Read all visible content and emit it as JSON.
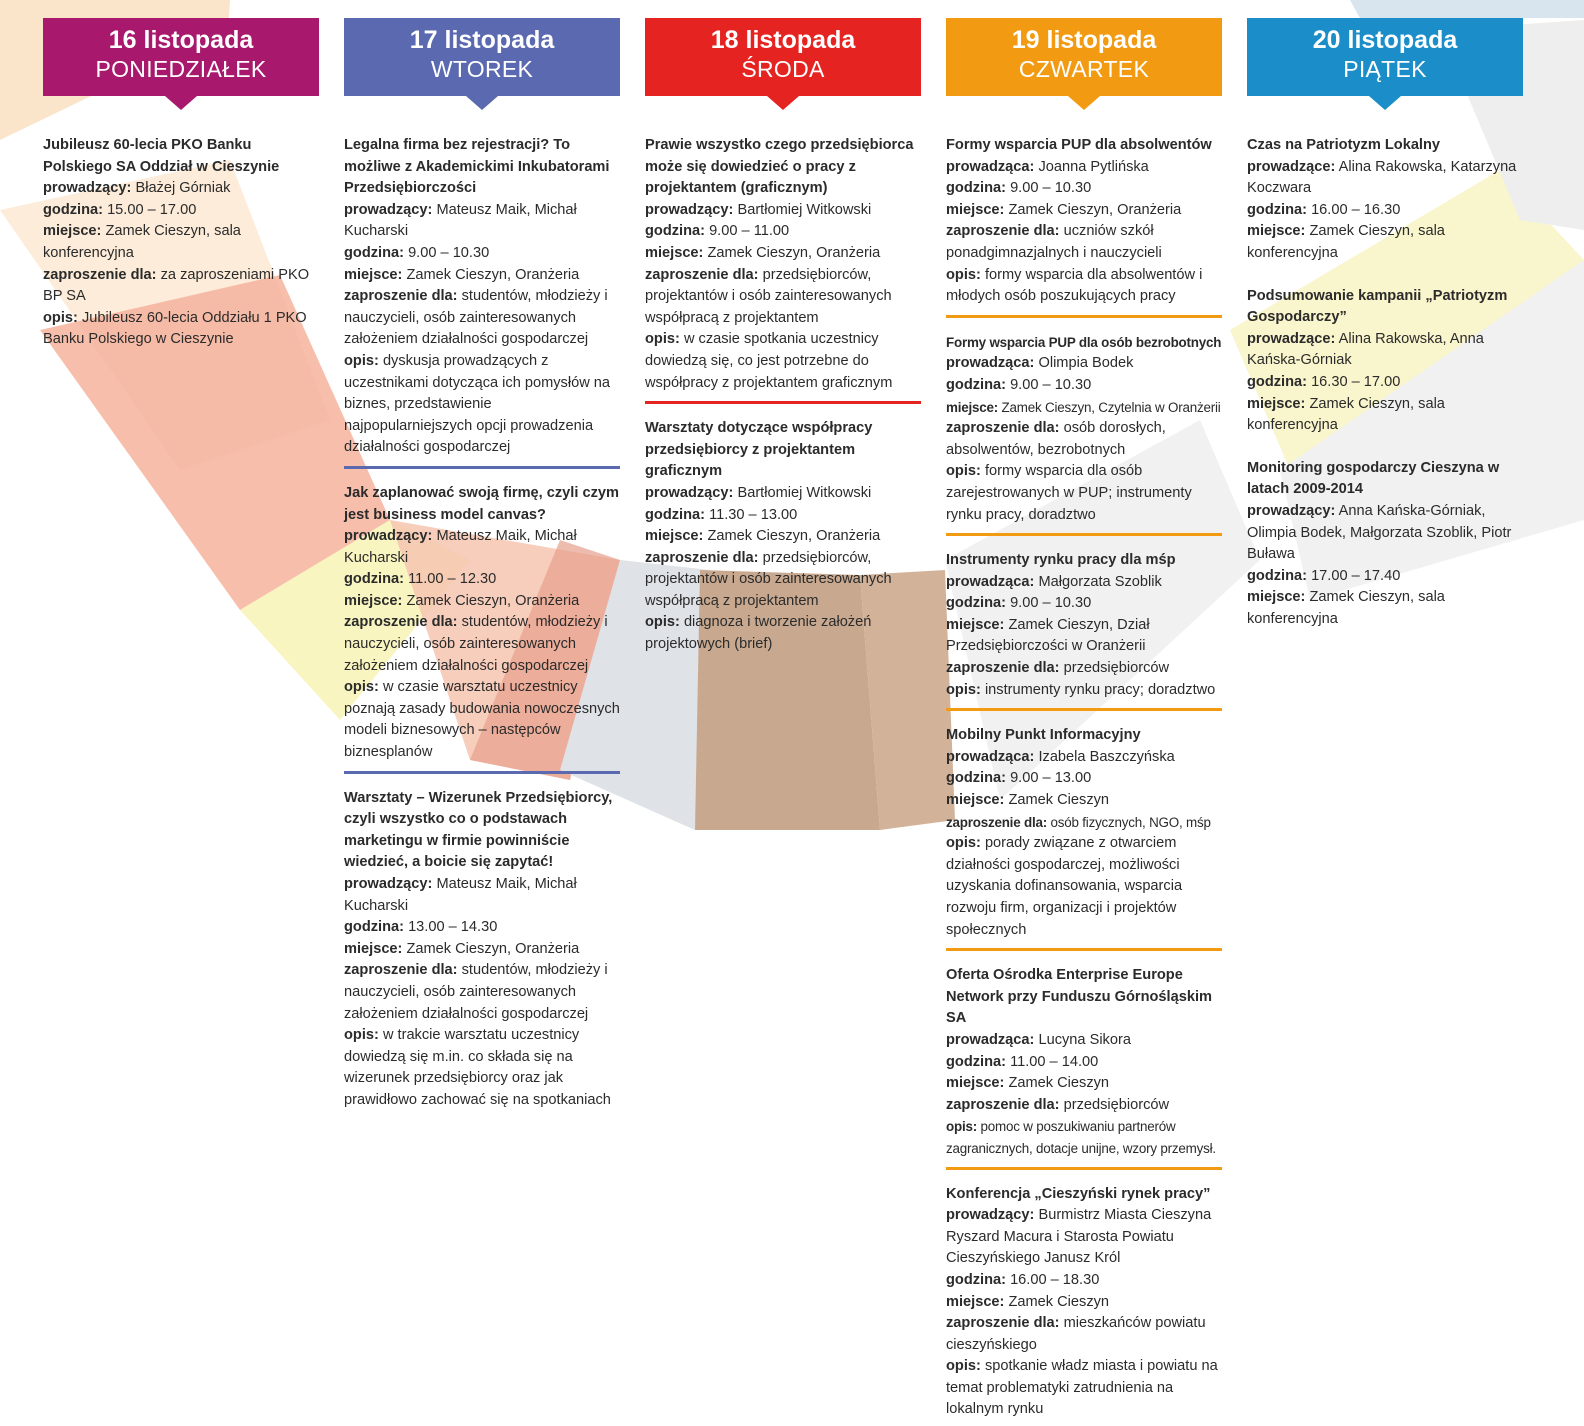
{
  "colors": {
    "day1": "#a8186c",
    "day2": "#5a69b0",
    "day3": "#e52422",
    "day4": "#f29b12",
    "day5": "#1b8ec9"
  },
  "days": [
    {
      "date": "16 listopada",
      "weekday": "PONIEDZIAŁEK",
      "events": [
        {
          "title": "Jubileusz 60-lecia PKO Banku Polskiego SA Oddział w Cieszynie",
          "host_label": "prowadzący:",
          "host": "Błażej Górniak",
          "time_label": "godzina:",
          "time": "15.00 – 17.00",
          "place_label": "miejsce:",
          "place": "Zamek Cieszyn, sala konferencyjna",
          "invite_label": "zaproszenie dla:",
          "invite": "za zaproszeniami PKO BP SA",
          "desc_label": "opis:",
          "desc": "Jubileusz 60-lecia Oddziału 1 PKO Banku Polskiego w Cieszynie"
        }
      ]
    },
    {
      "date": "17 listopada",
      "weekday": "WTOREK",
      "events": [
        {
          "title": "Legalna firma bez rejestracji? To możliwe z Akademickimi Inkubatorami Przedsiębiorczości",
          "host_label": "prowadzący:",
          "host": "Mateusz Maik, Michał Kucharski",
          "time_label": "godzina:",
          "time": "9.00 – 10.30",
          "place_label": "miejsce:",
          "place": "Zamek Cieszyn, Oranżeria",
          "invite_label": "zaproszenie dla:",
          "invite": "studentów, młodzieży i nauczycieli, osób zainteresowanych założeniem działalności gospodarczej",
          "desc_label": "opis:",
          "desc": "dyskusja prowadzących z uczestnikami dotycząca ich pomysłów na biznes, przedstawienie najpopularniejszych opcji prowadzenia działalności gospodarczej"
        },
        {
          "title": "Jak zaplanować swoją firmę, czyli czym jest business model canvas?",
          "host_label": "prowadzący:",
          "host": "Mateusz Maik, Michał Kucharski",
          "time_label": "godzina:",
          "time": "11.00 – 12.30",
          "place_label": "miejsce:",
          "place": "Zamek Cieszyn, Oranżeria",
          "invite_label": "zaproszenie dla:",
          "invite": "studentów, młodzieży i nauczycieli, osób zainteresowanych założeniem działalności gospodarczej",
          "desc_label": "opis:",
          "desc": "w czasie warsztatu uczestnicy poznają zasady budowania nowoczesnych modeli biznesowych – następców biznesplanów"
        },
        {
          "title": "Warsztaty – Wizerunek Przedsiębiorcy, czyli wszystko co o podstawach marketingu w firmie powinniście wiedzieć, a boicie się zapytać!",
          "host_label": "prowadzący:",
          "host": "Mateusz Maik, Michał Kucharski",
          "time_label": "godzina:",
          "time": "13.00 – 14.30",
          "place_label": "miejsce:",
          "place": "Zamek Cieszyn, Oranżeria",
          "invite_label": "zaproszenie dla:",
          "invite": "studentów, młodzieży i nauczycieli, osób zainteresowanych założeniem działalności gospodarczej",
          "desc_label": "opis:",
          "desc": "w trakcie warsztatu uczestnicy dowiedzą się m.in. co składa się na wizerunek przedsiębiorcy oraz jak prawidłowo zachować się na spotkaniach"
        }
      ]
    },
    {
      "date": "18 listopada",
      "weekday": "ŚRODA",
      "events": [
        {
          "title": "Prawie wszystko czego przedsiębiorca może się dowiedzieć o pracy z projektantem (graficznym)",
          "host_label": "prowadzący:",
          "host": "Bartłomiej Witkowski",
          "time_label": "godzina:",
          "time": "9.00 – 11.00",
          "place_label": "miejsce:",
          "place": "Zamek Cieszyn, Oranżeria",
          "invite_label": "zaproszenie dla:",
          "invite": "przedsiębiorców, projektantów i osób zainteresowanych współpracą z projektantem",
          "desc_label": "opis:",
          "desc": "w czasie spotkania uczestnicy dowiedzą się, co jest potrzebne do współpracy z projektantem graficznym"
        },
        {
          "title": "Warsztaty dotyczące współpracy przedsiębiorcy z projektantem graficznym",
          "host_label": "prowadzący:",
          "host": "Bartłomiej Witkowski",
          "time_label": "godzina:",
          "time": "11.30 – 13.00",
          "place_label": "miejsce:",
          "place": "Zamek Cieszyn, Oranżeria",
          "invite_label": "zaproszenie dla:",
          "invite": "przedsiębiorców, projektantów i osób zainteresowanych współpracą z projektantem",
          "desc_label": "opis:",
          "desc": "diagnoza i tworzenie założeń projektowych (brief)"
        }
      ]
    },
    {
      "date": "19 listopada",
      "weekday": "CZWARTEK",
      "events": [
        {
          "title": "Formy wsparcia PUP dla absolwentów",
          "host_label": "prowadząca:",
          "host": "Joanna Pytlińska",
          "time_label": "godzina:",
          "time": "9.00 – 10.30",
          "place_label": "miejsce:",
          "place": "Zamek Cieszyn, Oranżeria",
          "invite_label": "zaproszenie dla:",
          "invite": "uczniów szkół ponadgimnazjalnych i nauczycieli",
          "desc_label": "opis:",
          "desc": "formy wsparcia dla absolwentów i młodych osób poszukujących pracy"
        },
        {
          "title": "Formy wsparcia PUP dla osób bezrobotnych",
          "host_label": "prowadząca:",
          "host": "Olimpia Bodek",
          "time_label": "godzina:",
          "time": "9.00 – 10.30",
          "place_label": "miejsce:",
          "place": "Zamek Cieszyn, Czytelnia w Oranżerii",
          "invite_label": "zaproszenie dla:",
          "invite": "osób dorosłych, absolwentów, bezrobotnych",
          "desc_label": "opis:",
          "desc": "formy wsparcia dla osób zarejestrowanych w PUP; instrumenty rynku pracy, doradztwo"
        },
        {
          "title": "Instrumenty rynku pracy dla mśp",
          "host_label": "prowadząca:",
          "host": "Małgorzata Szoblik",
          "time_label": "godzina:",
          "time": "9.00 – 10.30",
          "place_label": "miejsce:",
          "place": "Zamek Cieszyn, Dział Przedsiębiorczości w Oranżerii",
          "invite_label": "zaproszenie dla:",
          "invite": "przedsiębiorców",
          "desc_label": "opis:",
          "desc": "instrumenty rynku pracy; doradztwo"
        },
        {
          "title": "Mobilny Punkt Informacyjny",
          "host_label": "prowadząca:",
          "host": "Izabela Baszczyńska",
          "time_label": "godzina:",
          "time": "9.00 – 13.00",
          "place_label": "miejsce:",
          "place": "Zamek Cieszyn",
          "invite_label": "zaproszenie dla:",
          "invite": "osób fizycznych, NGO, mśp",
          "desc_label": "opis:",
          "desc": "porady związane z otwarciem działności gospodarczej, możliwości uzyskania dofinansowania, wsparcia rozwoju firm, organizacji i projektów społecznych"
        },
        {
          "title": "Oferta Ośrodka Enterprise Europe Network przy Funduszu Górnośląskim SA",
          "host_label": "prowadząca:",
          "host": "Lucyna Sikora",
          "time_label": "godzina:",
          "time": "11.00 – 14.00",
          "place_label": "miejsce:",
          "place": "Zamek Cieszyn",
          "invite_label": "zaproszenie dla:",
          "invite": "przedsiębiorców",
          "desc_label": "opis:",
          "desc": "pomoc w poszukiwaniu partnerów zagranicznych, dotacje unijne, wzory przemysł."
        },
        {
          "title": "Konferencja „Cieszyński rynek pracy”",
          "host_label": "prowadzący:",
          "host": "Burmistrz Miasta Cieszyna Ryszard Macura i Starosta Powiatu Cieszyńskiego Janusz Król",
          "time_label": "godzina:",
          "time": "16.00 – 18.30",
          "place_label": "miejsce:",
          "place": "Zamek Cieszyn",
          "invite_label": "zaproszenie dla:",
          "invite": "mieszkańców powiatu cieszyńskiego",
          "desc_label": "opis:",
          "desc": "spotkanie władz miasta i powiatu na temat problematyki zatrudnienia na lokalnym rynku"
        }
      ]
    },
    {
      "date": "20 listopada",
      "weekday": "PIĄTEK",
      "events": [
        {
          "title": "Czas na Patriotyzm Lokalny",
          "host_label": "prowadzące:",
          "host": "Alina Rakowska, Katarzyna Koczwara",
          "time_label": "godzina:",
          "time": "16.00 – 16.30",
          "place_label": "miejsce:",
          "place": "Zamek Cieszyn, sala konferencyjna"
        },
        {
          "title": "Podsumowanie kampanii „Patriotyzm Gospodarczy”",
          "host_label": "prowadzące:",
          "host": "Alina Rakowska, Anna Kańska-Górniak",
          "time_label": "godzina:",
          "time": "16.30 – 17.00",
          "place_label": "miejsce:",
          "place": "Zamek Cieszyn, sala konferencyjna"
        },
        {
          "title": "Monitoring gospodarczy Cieszyna w latach 2009-2014",
          "host_label": "prowadzący:",
          "host": "Anna Kańska-Górniak, Olimpia Bodek, Małgorzata Szoblik, Piotr Buława",
          "time_label": "godzina:",
          "time": "17.00 – 17.40",
          "place_label": "miejsce:",
          "place": "Zamek Cieszyn, sala konferencyjna"
        }
      ]
    }
  ]
}
